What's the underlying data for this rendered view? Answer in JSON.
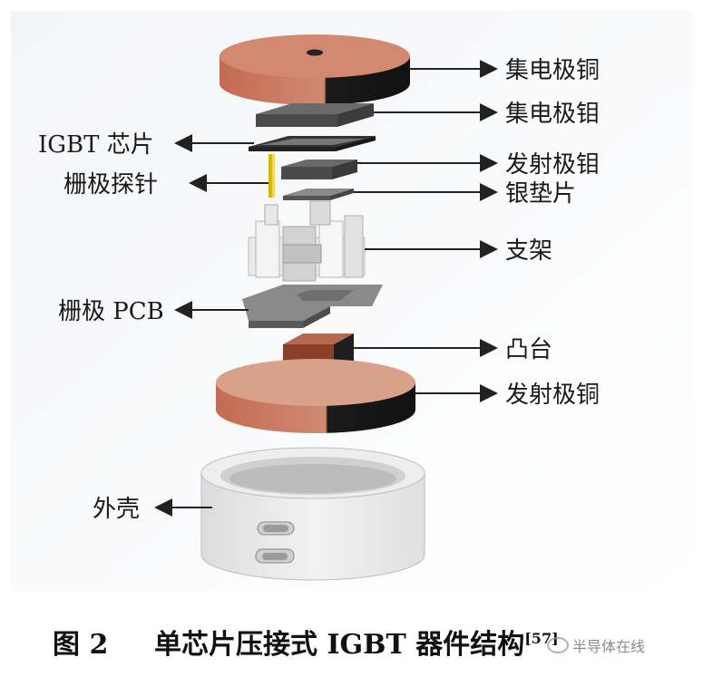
{
  "labels": {
    "collector_copper": "集电极铜",
    "collector_molybdenum": "集电极钼",
    "igbt_chip": "IGBT 芯片",
    "emitter_molybdenum": "发射极钼",
    "gate_probe": "栅极探针",
    "silver_shim": "银垫片",
    "bracket": "支架",
    "gate_pcb": "栅极 PCB",
    "boss": "凸台",
    "emitter_copper": "发射极铜",
    "housing": "外壳"
  },
  "caption": {
    "number": "图 2",
    "title": "单芯片压接式 IGBT 器件结构",
    "ref": "[57]"
  },
  "watermark": {
    "text": "半导体在线",
    "icon": "wechat-icon"
  },
  "colors": {
    "copper": "#c9775e",
    "copper_dark": "#1a1a1a",
    "molybdenum": "#555555",
    "gray_light": "#d8d8d8",
    "arrow": "#222222"
  }
}
